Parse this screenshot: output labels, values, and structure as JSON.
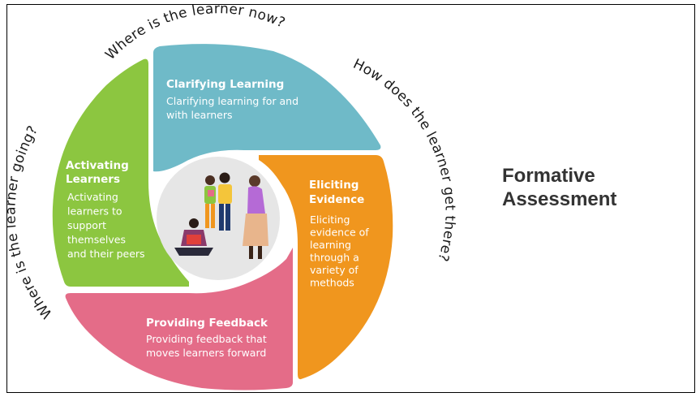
{
  "title_lines": [
    "Formative",
    "Assessment"
  ],
  "ring_questions": {
    "now": "Where is the learner now?",
    "going": "Where is the learner going?",
    "get_there": "How does the learner get there?"
  },
  "segments": {
    "clarifying": {
      "title": [
        "Clarifying Learning"
      ],
      "body": [
        "Clarifying learning for and",
        "with learners"
      ],
      "color": "#6fbac8"
    },
    "eliciting": {
      "title": [
        "Eliciting",
        "Evidence"
      ],
      "body": [
        "Eliciting",
        "evidence of",
        "learning",
        "through a",
        "variety of",
        "methods"
      ],
      "color": "#f0961e"
    },
    "feedback": {
      "title": [
        "Providing Feedback"
      ],
      "body": [
        "Providing feedback that",
        "moves learners forward"
      ],
      "color": "#e46c88"
    },
    "activating": {
      "title": [
        "Activating",
        "Learners"
      ],
      "body": [
        "Activating",
        "learners to",
        "support",
        "themselves",
        "and their peers"
      ],
      "color": "#8cc640"
    }
  },
  "center_circle_color": "#e6e6e6",
  "illustration_icon": "learners-group-icon"
}
